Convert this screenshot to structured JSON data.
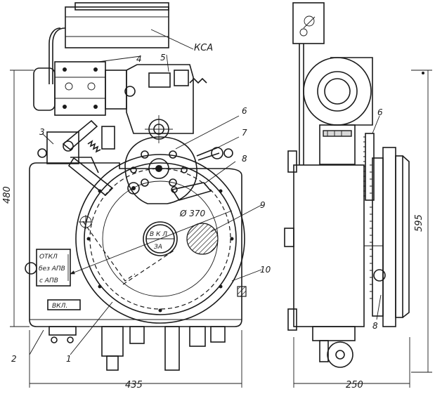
{
  "drawing": {
    "front_view": {
      "callouts": [
        "1",
        "2",
        "3",
        "4",
        "5",
        "6",
        "7",
        "8",
        "9",
        "10"
      ],
      "label_ksa": "КСА",
      "dimension_width": "435",
      "dimension_height": "480",
      "dimension_diameter": "Ø 370",
      "dial_top_label": "В К Л",
      "dial_bottom_label": "ЗА",
      "side_plate_lines": [
        "ОТКЛ",
        "без АПВ",
        "с АПВ"
      ],
      "button_label": "ВКЛ."
    },
    "side_view": {
      "dimension_height": "595",
      "dimension_width": "250",
      "callouts": [
        "6",
        "8"
      ]
    }
  }
}
